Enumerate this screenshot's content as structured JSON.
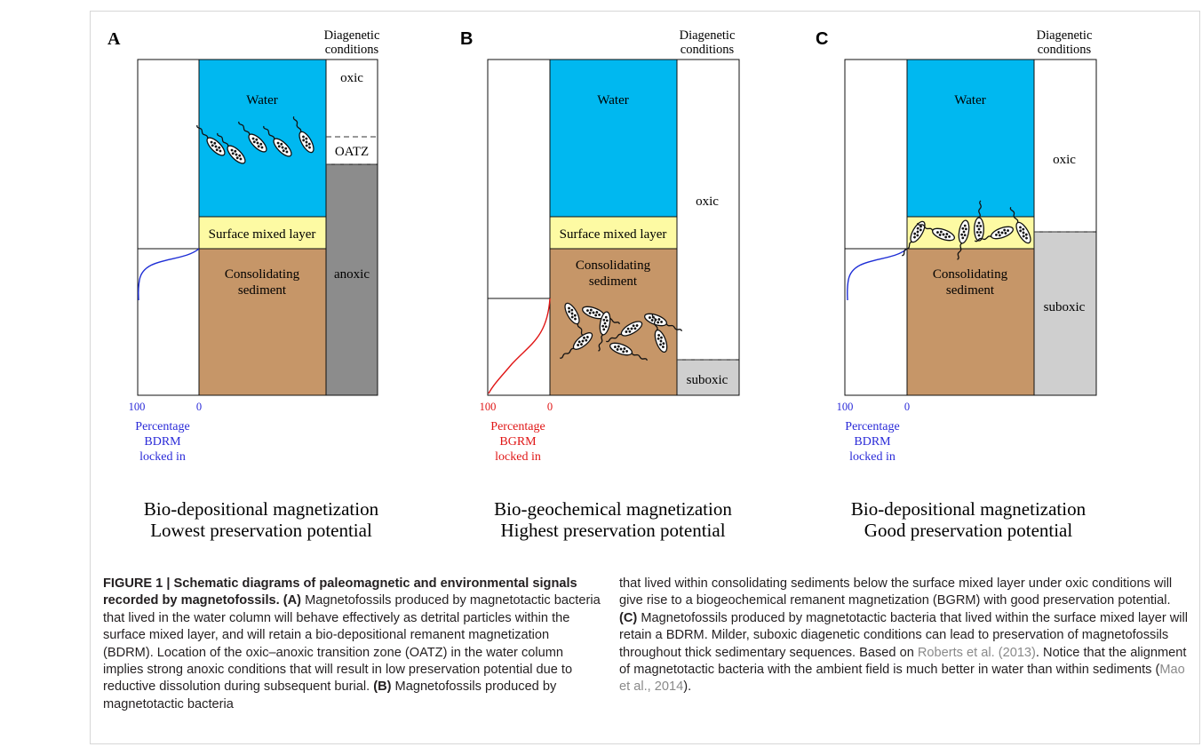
{
  "figure": {
    "panels": [
      {
        "letter": "A",
        "diag_heading": [
          "Diagenetic",
          "conditions"
        ],
        "water_label": "Water",
        "sml_label": "Surface mixed layer",
        "sediment_label": [
          "Consolidating",
          "sediment"
        ],
        "zones": [
          "oxic",
          "OATZ",
          "anoxic"
        ],
        "axis": [
          "100",
          "0"
        ],
        "curve_label": [
          "Percentage",
          "BDRM",
          "locked in"
        ],
        "title": [
          "Bio-depositional magnetization",
          "Lowest preservation potential"
        ],
        "colors": {
          "curve": "#1f2fd6",
          "curve_label": "#2a2ad8",
          "axis": "#2a2ad8",
          "diag_fill": "#8c8c8c"
        }
      },
      {
        "letter": "B",
        "diag_heading": [
          "Diagenetic",
          "conditions"
        ],
        "water_label": "Water",
        "sml_label": "Surface mixed layer",
        "sediment_label": [
          "Consolidating",
          "sediment"
        ],
        "zones": [
          "oxic",
          "suboxic"
        ],
        "axis": [
          "100",
          "0"
        ],
        "curve_label": [
          "Percentage",
          "BGRM",
          "locked in"
        ],
        "title": [
          "Bio-geochemical magnetization",
          "Highest preservation potential"
        ],
        "colors": {
          "curve": "#e01515",
          "curve_label": "#e01515",
          "axis": "#e01515",
          "diag_fill": "#cfcfcf"
        }
      },
      {
        "letter": "C",
        "diag_heading": [
          "Diagenetic",
          "conditions"
        ],
        "water_label": "Water",
        "sml_label": "",
        "sediment_label": [
          "Consolidating",
          "sediment"
        ],
        "zones": [
          "oxic",
          "suboxic"
        ],
        "axis": [
          "100",
          "0"
        ],
        "curve_label": [
          "Percentage",
          "BDRM",
          "locked in"
        ],
        "title": [
          "Bio-depositional magnetization",
          "Good preservation potential"
        ],
        "colors": {
          "curve": "#1f2fd6",
          "curve_label": "#2a2ad8",
          "axis": "#2a2ad8",
          "diag_fill": "#cfcfcf"
        }
      }
    ],
    "colors": {
      "water": "#00b8f0",
      "sml": "#fdfaa3",
      "sediment": "#c69668"
    }
  },
  "caption": {
    "heading": "FIGURE 1 | Schematic diagrams of paleomagnetic and environmental signals recorded by magnetofossils.",
    "a_tag": "(A)",
    "a_text": " Magnetofossils produced by magnetotactic bacteria that lived in the water column will behave effectively as detrital particles within the surface mixed layer, and will retain a bio-depositional remanent magnetization (BDRM). Location of the oxic–anoxic transition zone (OATZ) in the water column implies strong anoxic conditions that will result in low preservation potential due to reductive dissolution during subsequent burial. ",
    "b_tag": "(B)",
    "b_text1": " Magnetofossils produced by magnetotactic bacteria",
    "b_text2": "that lived within consolidating sediments below the surface mixed layer under oxic conditions will give rise to a biogeochemical remanent magnetization (BGRM) with good preservation potential. ",
    "c_tag": "(C)",
    "c_text": " Magnetofossils produced by magnetotactic bacteria that lived within the surface mixed layer will retain a BDRM. Milder, suboxic diagenetic conditions can lead to preservation of magnetofossils throughout thick sedimentary sequences. Based on ",
    "cite1": "Roberts et al. (2013)",
    "mid_text": ". Notice that the alignment of magnetotactic bacteria with the ambient field is much better in water than within sediments (",
    "cite2": "Mao et al., 2014",
    "end_text": ")."
  }
}
